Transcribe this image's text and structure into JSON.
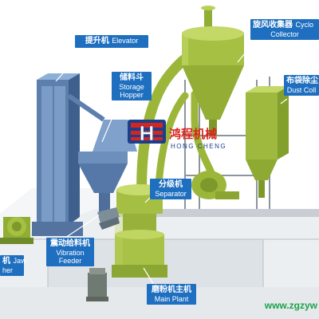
{
  "labels": {
    "elevator": {
      "cn": "提升机",
      "en": "Elevator"
    },
    "storage_hopper": {
      "cn": "储料斗",
      "en1": "Storage",
      "en2": "Hopper"
    },
    "cyclone": {
      "cn": "旋风收集器",
      "en1": "Cyclo",
      "en2": "Collector"
    },
    "dust": {
      "cn": "布袋除尘",
      "en": "Dust Coll"
    },
    "separator": {
      "cn": "分级机",
      "en": "Separator"
    },
    "vibration": {
      "cn": "震动给料机",
      "en1": "Vibration",
      "en2": "Feeder"
    },
    "main_plant": {
      "cn": "磨粉机主机",
      "en": "Main Plant"
    },
    "jaw": {
      "cn": "机",
      "en1": "Jaw",
      "en2": "her"
    }
  },
  "watermark": {
    "brand_cn": "鸿程机械",
    "brand_en": "HONG CHENG",
    "logo_letter": "H",
    "site": "www.zgzyw"
  },
  "colors": {
    "label_bg": "#1e6fc0",
    "machine_green": "#9fba3a",
    "logo_red": "#d8241c",
    "logo_blue": "#1a3f8c",
    "site_green": "#1aa34a"
  }
}
